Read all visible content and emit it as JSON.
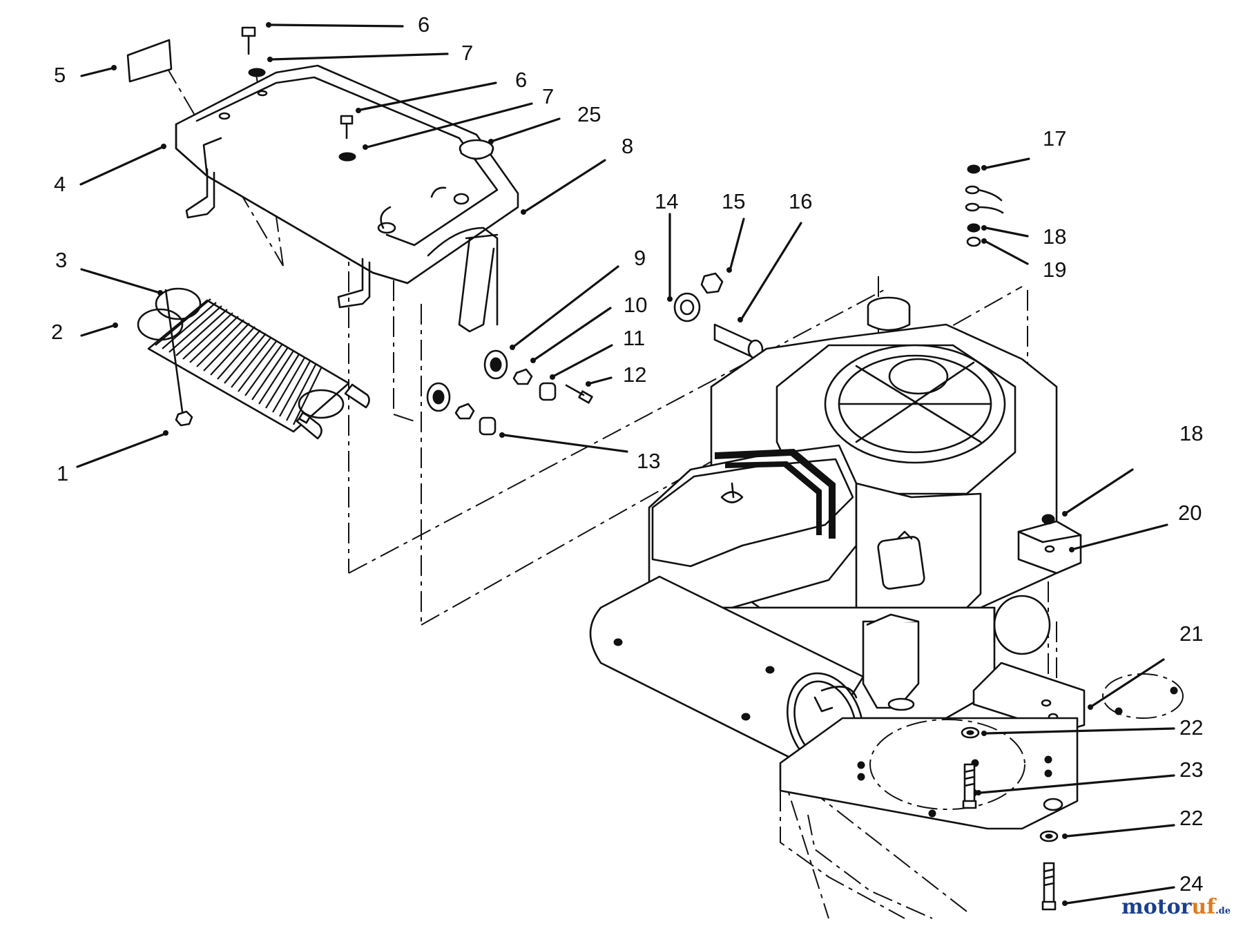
{
  "watermark": {
    "brand_main": "motor",
    "brand_accent": "uf",
    "brand_suffix": ".de"
  },
  "callouts": [
    {
      "id": "c6a",
      "text": "6"
    },
    {
      "id": "c7a",
      "text": "7"
    },
    {
      "id": "c5",
      "text": "5"
    },
    {
      "id": "c6b",
      "text": "6"
    },
    {
      "id": "c7b",
      "text": "7"
    },
    {
      "id": "c25",
      "text": "25"
    },
    {
      "id": "c8",
      "text": "8"
    },
    {
      "id": "c4",
      "text": "4"
    },
    {
      "id": "c3",
      "text": "3"
    },
    {
      "id": "c2",
      "text": "2"
    },
    {
      "id": "c1",
      "text": "1"
    },
    {
      "id": "c9",
      "text": "9"
    },
    {
      "id": "c10",
      "text": "10"
    },
    {
      "id": "c11",
      "text": "11"
    },
    {
      "id": "c12",
      "text": "12"
    },
    {
      "id": "c13",
      "text": "13"
    },
    {
      "id": "c14",
      "text": "14"
    },
    {
      "id": "c15",
      "text": "15"
    },
    {
      "id": "c16",
      "text": "16"
    },
    {
      "id": "c17",
      "text": "17"
    },
    {
      "id": "c18a",
      "text": "18"
    },
    {
      "id": "c19",
      "text": "19"
    },
    {
      "id": "c18b",
      "text": "18"
    },
    {
      "id": "c20",
      "text": "20"
    },
    {
      "id": "c21",
      "text": "21"
    },
    {
      "id": "c22a",
      "text": "22"
    },
    {
      "id": "c23",
      "text": "23"
    },
    {
      "id": "c22b",
      "text": "22"
    },
    {
      "id": "c24",
      "text": "24"
    }
  ]
}
